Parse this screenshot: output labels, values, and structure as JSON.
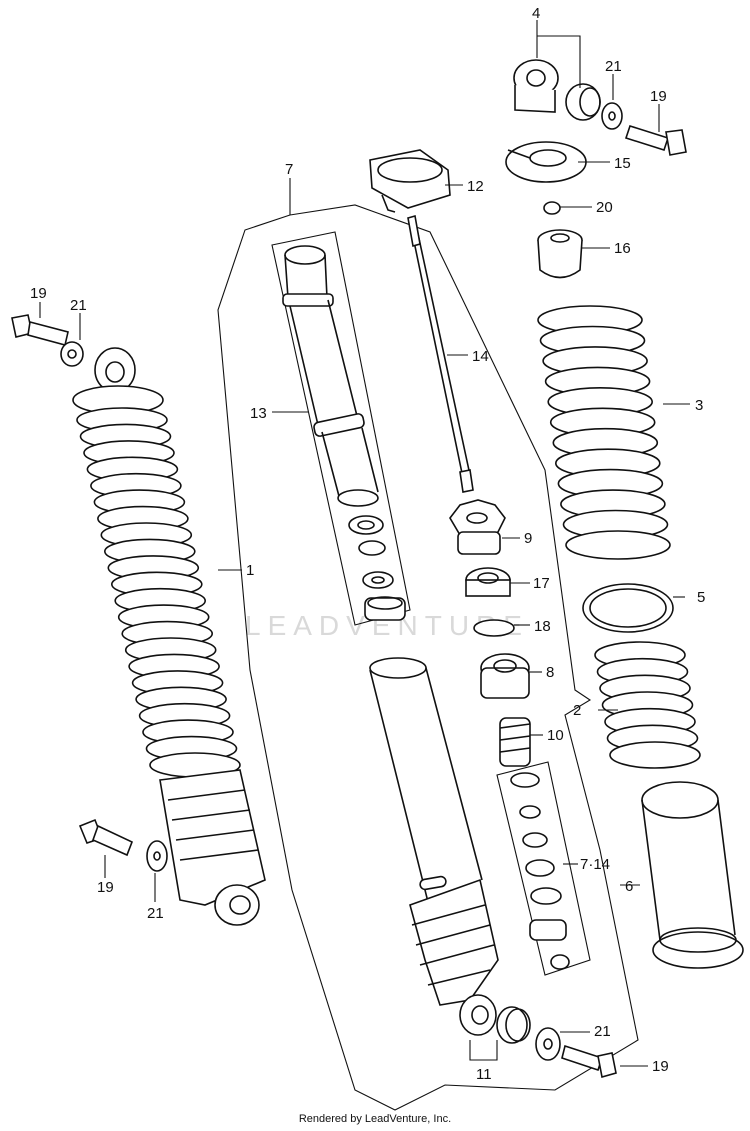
{
  "diagram": {
    "watermark": "LEADVENTURE",
    "footer": "Rendered by LeadVenture, Inc.",
    "callouts": {
      "c1": "1",
      "c2": "2",
      "c3": "3",
      "c4": "4",
      "c5": "5",
      "c6": "6",
      "c7": "7",
      "c8": "8",
      "c9": "9",
      "c10": "10",
      "c11": "11",
      "c12": "12",
      "c13": "13",
      "c14": "14",
      "c15": "15",
      "c16": "16",
      "c17": "17",
      "c18": "18",
      "c19a": "19",
      "c19b": "19",
      "c19c": "19",
      "c19d": "19",
      "c20": "20",
      "c21a": "21",
      "c21b": "21",
      "c21c": "21",
      "c21d": "21",
      "c714": "7·14"
    }
  }
}
